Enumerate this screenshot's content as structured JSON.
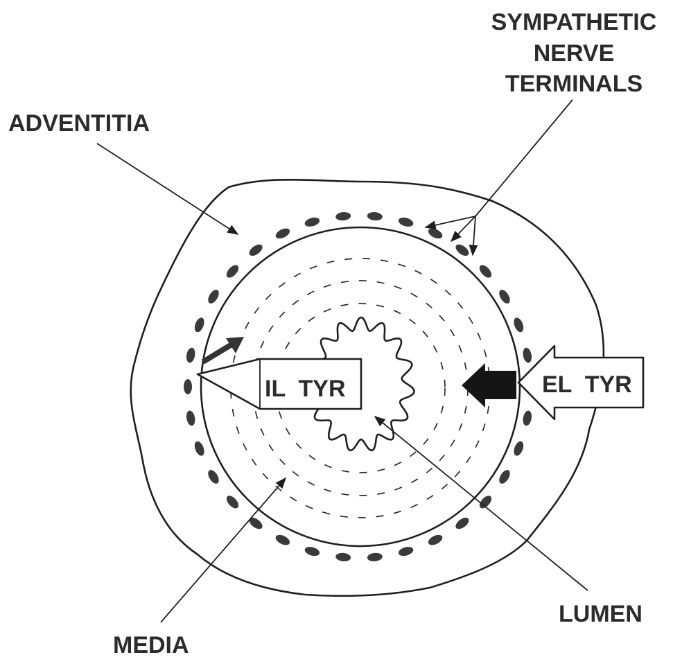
{
  "labels": {
    "sympathetic": [
      "SYMPATHETIC",
      "NERVE",
      "TERMINALS"
    ],
    "adventitia": "ADVENTITIA",
    "media": "MEDIA",
    "lumen": "LUMEN",
    "il_tyr": "IL  TYR",
    "el_tyr": "EL  TYR"
  }
}
